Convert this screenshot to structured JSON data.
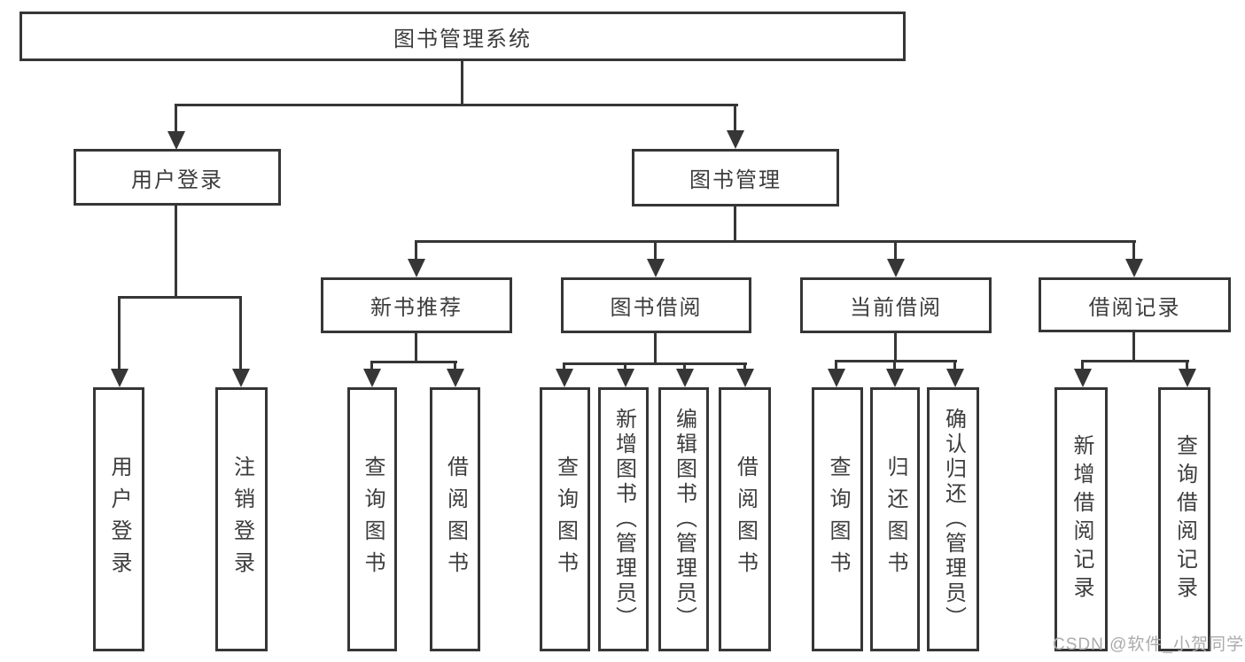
{
  "tree": {
    "root": {
      "label": "图书管理系统",
      "children": [
        {
          "label": "用户登录",
          "children": [
            {
              "label": "用户登录"
            },
            {
              "label": "注销登录"
            }
          ]
        },
        {
          "label": "图书管理",
          "children": [
            {
              "label": "新书推荐",
              "children": [
                {
                  "label": "查询图书"
                },
                {
                  "label": "借阅图书"
                }
              ]
            },
            {
              "label": "图书借阅",
              "children": [
                {
                  "label": "查询图书"
                },
                {
                  "label": "新增图书（管理员）"
                },
                {
                  "label": "编辑图书（管理员）"
                },
                {
                  "label": "借阅图书"
                }
              ]
            },
            {
              "label": "当前借阅",
              "children": [
                {
                  "label": "查询图书"
                },
                {
                  "label": "归还图书"
                },
                {
                  "label": "确认归还（管理员）"
                }
              ]
            },
            {
              "label": "借阅记录",
              "children": [
                {
                  "label": "新增借阅记录"
                },
                {
                  "label": "查询借阅记录"
                }
              ]
            }
          ]
        }
      ]
    }
  },
  "watermark": "CSDN @软件_小贺同学",
  "colors": {
    "line": "#363636",
    "text": "#3d3d3d",
    "watermark": "#ababab"
  }
}
